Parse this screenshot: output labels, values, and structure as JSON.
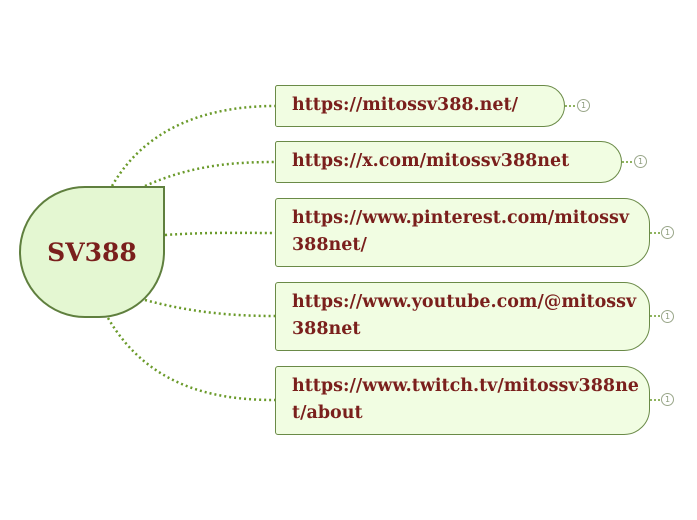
{
  "root": {
    "label": "SV388"
  },
  "branches": [
    {
      "label": "https://mitossv388.net/",
      "count": "1"
    },
    {
      "label": "https://x.com/mitossv388net",
      "count": "1"
    },
    {
      "label": "https://www.pinterest.com/mitossv388net/",
      "count": "1"
    },
    {
      "label": "https://www.youtube.com/@mitossv388net",
      "count": "1"
    },
    {
      "label": "https://www.twitch.tv/mitossv388net/about",
      "count": "1"
    }
  ],
  "colors": {
    "root_fill": "#e4f7d2",
    "node_fill": "#f1fde2",
    "border": "#6a8a47",
    "connector": "#6a9a2a",
    "text": "#7a1f1c"
  }
}
